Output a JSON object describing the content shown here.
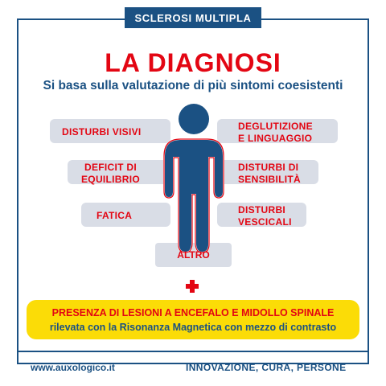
{
  "header": {
    "tag": "SCLEROSI MULTIPLA"
  },
  "title": "LA DIAGNOSI",
  "subtitle": "Si basa sulla valutazione di più sintomi coesistenti",
  "symptoms": {
    "left": [
      {
        "lines": [
          "DISTURBI VISIVI"
        ]
      },
      {
        "lines": [
          "DEFICIT DI",
          "EQUILIBRIO"
        ]
      },
      {
        "lines": [
          "FATICA"
        ]
      }
    ],
    "right": [
      {
        "lines": [
          "DEGLUTIZIONE",
          "E LINGUAGGIO"
        ]
      },
      {
        "lines": [
          "DISTURBI DI",
          "SENSIBILITÀ"
        ]
      },
      {
        "lines": [
          "DISTURBI",
          "VESCICALI"
        ]
      }
    ],
    "bottom": "ALTRO"
  },
  "plus_icon": "plus-icon",
  "result": {
    "title": "PRESENZA DI LESIONI A ENCEFALO E MIDOLLO SPINALE",
    "subtitle": "rilevata con la Risonanza Magnetica con mezzo di contrasto"
  },
  "footer": {
    "url": "www.auxologico.it",
    "motto": "INNOVAZIONE, CURA, PERSONE"
  },
  "colors": {
    "navy": "#1b5183",
    "red": "#e30613",
    "pill": "#d9dde6",
    "yellow": "#fbdc07"
  }
}
